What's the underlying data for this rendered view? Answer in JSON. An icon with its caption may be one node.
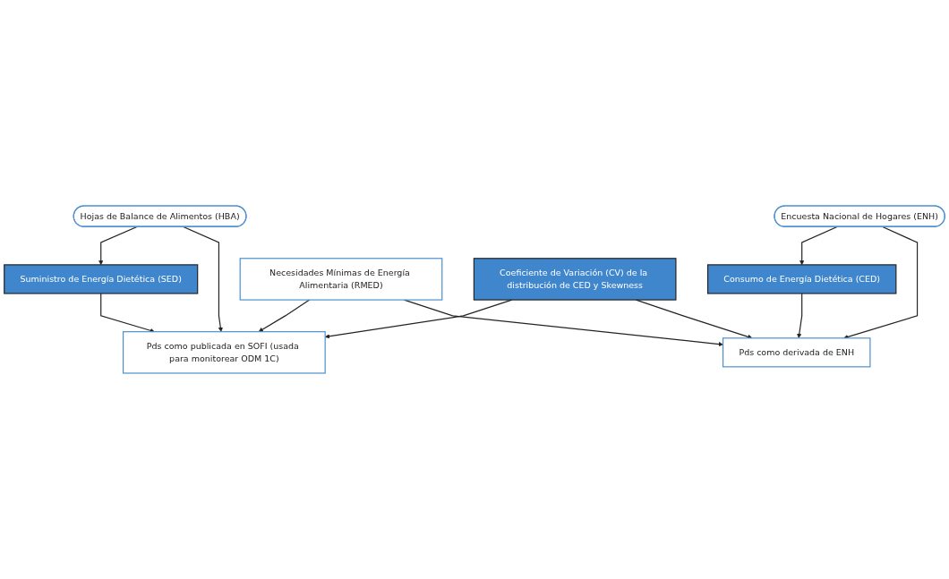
{
  "diagram": {
    "nodes": [
      {
        "text": [
          "Hojas de Balance de Alimentos (HBA)"
        ]
      },
      {
        "text": [
          "Encuesta Nacional de Hogares (ENH)"
        ]
      },
      {
        "text": [
          "Suministro de Energía Dietética (SED)"
        ]
      },
      {
        "text": [
          "Consumo de Energía Dietética (CED)"
        ]
      },
      {
        "text": [
          "Pds como publicada en SOFI (usada para monitorear ODM 1C)"
        ]
      },
      {
        "text": [
          "Pds como derivada de ENH"
        ]
      },
      {
        "text": [
          "Necesidades Mínimas de Energía Alimentaria (RMED)"
        ]
      },
      {
        "text": [
          "Coeficiente de Variación (CV) de la distribución de CED y Skewness"
        ]
      }
    ],
    "edges": [
      {
        "from": 0,
        "to": 2,
        "arrow": "to"
      },
      {
        "from": 0,
        "to": 4,
        "arrow": "to"
      },
      {
        "from": 2,
        "to": 4,
        "arrow": "to"
      },
      {
        "from": 1,
        "to": 3,
        "arrow": "to"
      },
      {
        "from": 1,
        "to": 5,
        "arrow": "to"
      },
      {
        "from": 3,
        "to": 5,
        "arrow": "to"
      },
      {
        "from": 7,
        "to": 4,
        "arrow": "to"
      },
      {
        "from": 6,
        "to": 4,
        "arrow": "to"
      },
      {
        "from": 6,
        "to": 5,
        "arrow": "to"
      },
      {
        "from": 7,
        "to": 5,
        "arrow": "to"
      }
    ]
  }
}
